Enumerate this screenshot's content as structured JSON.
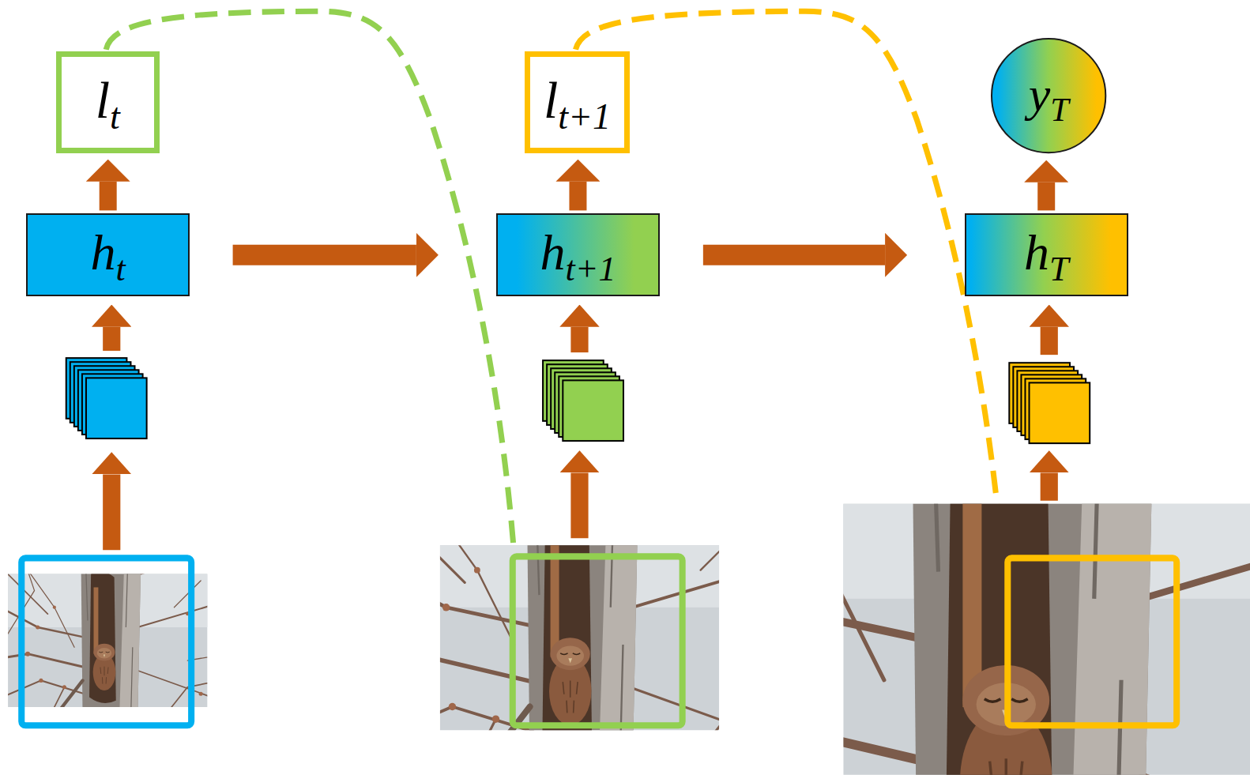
{
  "diagram": {
    "nodes": [
      {
        "text": [
          "l",
          "t"
        ]
      },
      {
        "text": [
          "l",
          "t+1"
        ]
      },
      {
        "text": [
          "y",
          "T"
        ]
      },
      {
        "text": [
          "h",
          "t"
        ]
      },
      {
        "text": [
          "h",
          "t+1"
        ]
      },
      {
        "text": [
          "h",
          "T"
        ]
      }
    ],
    "edges": [
      {
        "from": 3,
        "to": 0,
        "arrow": "to"
      },
      {
        "from": 3,
        "to": 4,
        "arrow": "to"
      },
      {
        "from": 4,
        "to": 1,
        "arrow": "to"
      },
      {
        "from": 4,
        "to": 5,
        "arrow": "to"
      },
      {
        "from": 5,
        "to": 2,
        "arrow": "to"
      }
    ]
  }
}
